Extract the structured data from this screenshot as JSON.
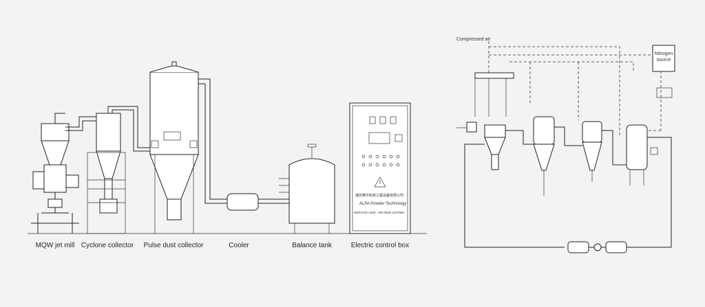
{
  "left_diagram": {
    "labels": [
      "MQW jet mill",
      "Cyclone collector",
      "Pulse dust collector",
      "Cooler",
      "Balance tank",
      "Electric control box"
    ],
    "control_box": {
      "company_cn": "潍坊精华粉体工程设备有限公司",
      "company_en": "ALPA Powder Technology",
      "hotline": "SERVICE LINE: +86-0536-4187866"
    }
  },
  "right_diagram": {
    "compressed_air": "Compressed air",
    "nitrogen_source": "Nitrogen source"
  }
}
